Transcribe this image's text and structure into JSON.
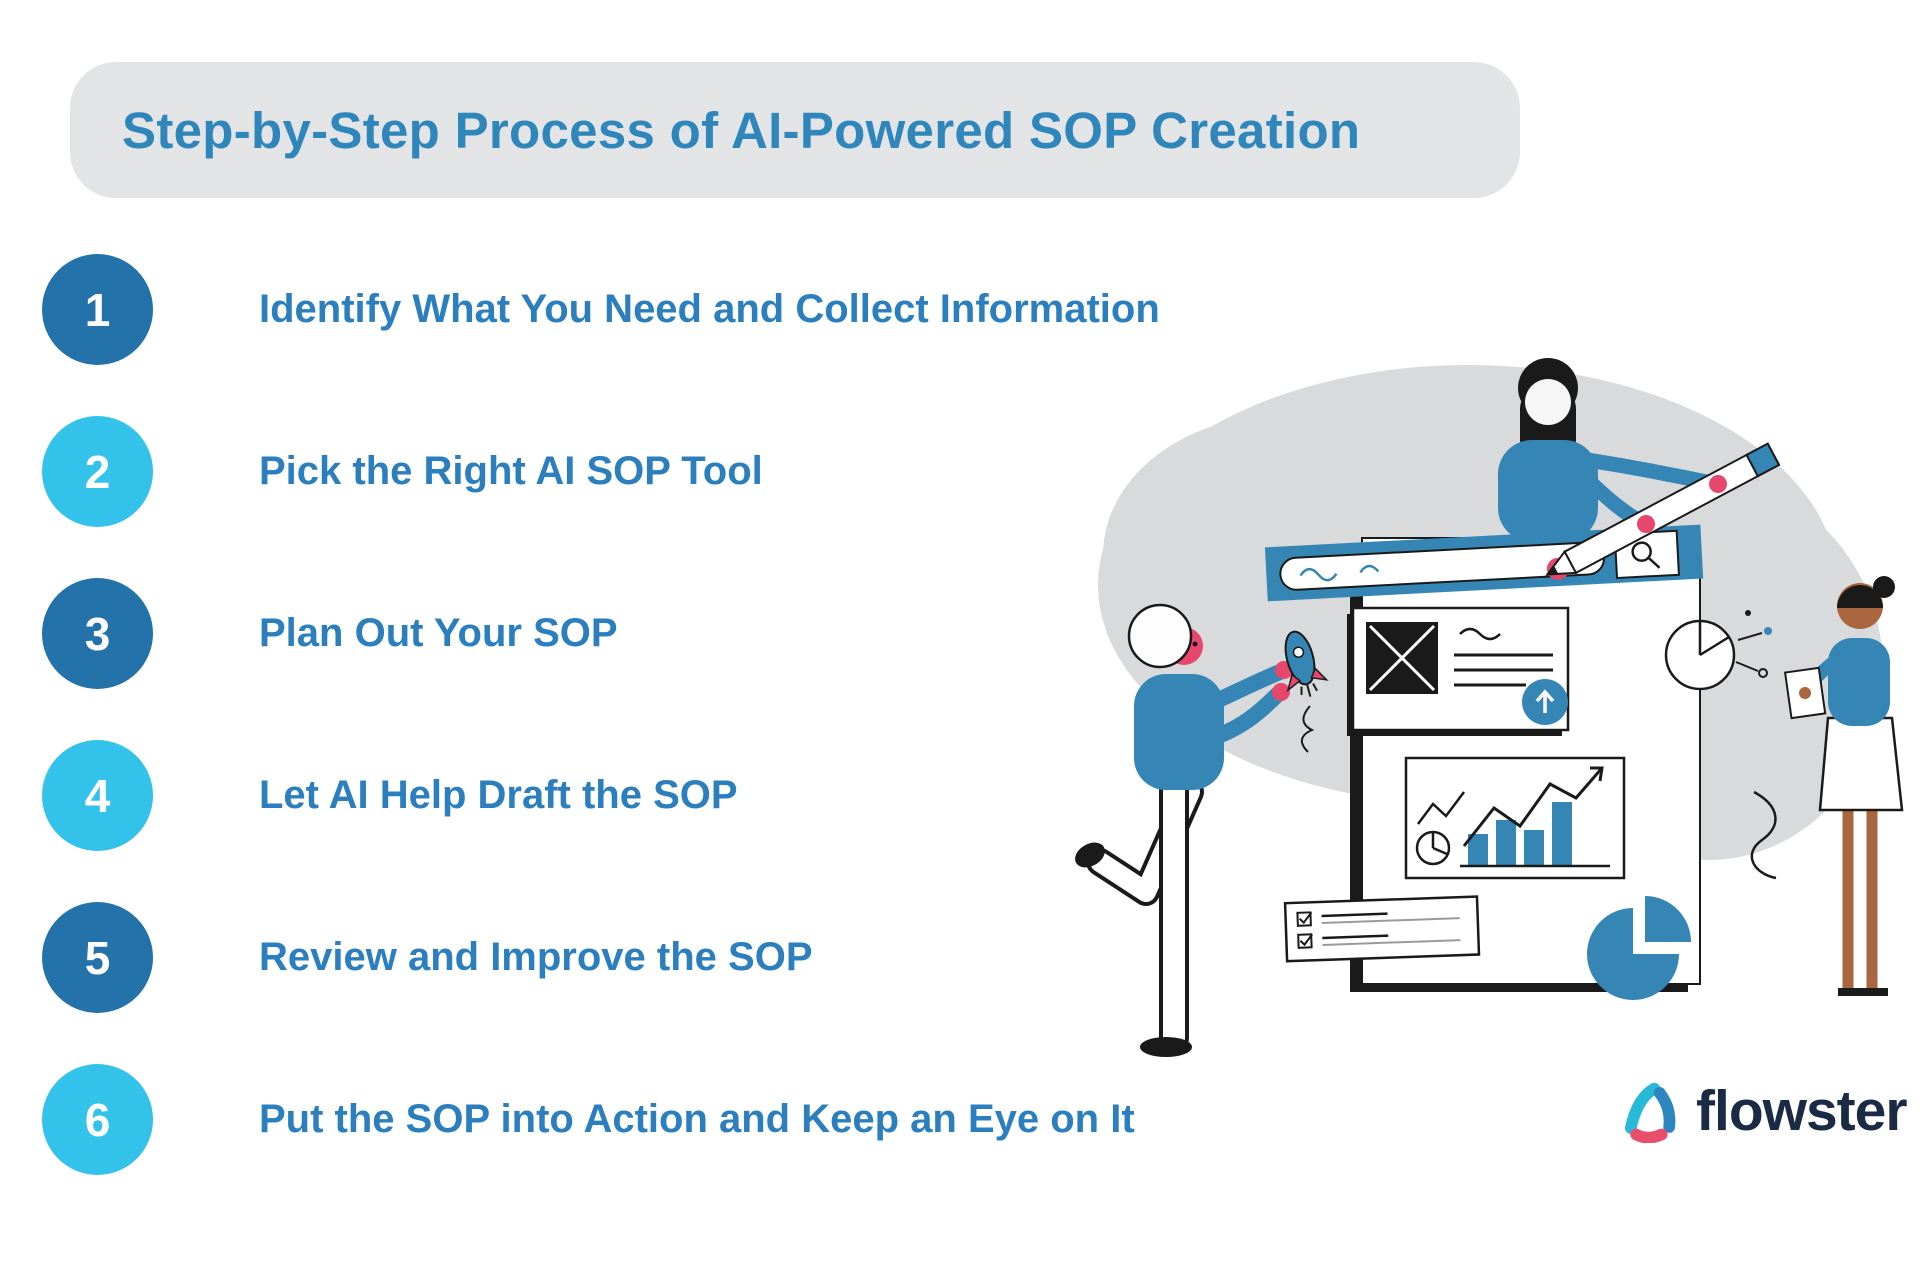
{
  "title": "Step-by-Step Process of AI-Powered SOP Creation",
  "steps": [
    {
      "number": "1",
      "label": "Identify What You Need and Collect Information",
      "circle_color": "#2372a9"
    },
    {
      "number": "2",
      "label": "Pick the Right AI SOP Tool",
      "circle_color": "#33c3ea"
    },
    {
      "number": "3",
      "label": "Plan Out Your SOP",
      "circle_color": "#2372a9"
    },
    {
      "number": "4",
      "label": "Let AI Help Draft the SOP",
      "circle_color": "#33c3ea"
    },
    {
      "number": "5",
      "label": "Review and Improve the SOP",
      "circle_color": "#2372a9"
    },
    {
      "number": "6",
      "label": "Put the SOP into Action and Keep an Eye on It",
      "circle_color": "#33c3ea"
    }
  ],
  "logo": {
    "text": "flowster",
    "icon_colors": {
      "teal": "#29b9d8",
      "blue": "#2e86c1",
      "pink": "#e94f6b"
    },
    "text_color": "#1b2b45"
  },
  "colors": {
    "background": "#ffffff",
    "title_pill_bg": "#e3e4e5",
    "title_text": "#2e86ba",
    "step_label_text": "#2b7fbe",
    "step_number_text": "#ffffff",
    "step_dark_blue": "#2372a9",
    "step_light_cyan": "#33c3ea",
    "illustration_blue": "#3586b5",
    "illustration_pink": "#e8476d",
    "illustration_blob_gray": "#d9dadc"
  }
}
